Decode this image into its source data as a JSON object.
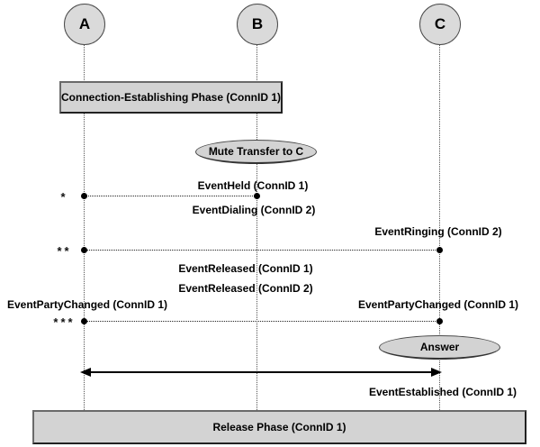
{
  "diagram": {
    "parties": [
      {
        "label": "A"
      },
      {
        "label": "B"
      },
      {
        "label": "C"
      }
    ],
    "phases": {
      "top": "Connection-Establishing Phase (ConnID 1)",
      "bottom": "Release Phase (ConnID 1)"
    },
    "actions": {
      "mute_transfer": "Mute Transfer to C",
      "answer": "Answer"
    },
    "events": {
      "event_held": "EventHeld (ConnID 1)",
      "event_dialing": "EventDialing (ConnID 2)",
      "event_ringing": "EventRinging (ConnID 2)",
      "event_released_1": "EventReleased (ConnID 1)",
      "event_released_2": "EventReleased (ConnID 2)",
      "event_party_changed_left": "EventPartyChanged (ConnID 1)",
      "event_party_changed_right": "EventPartyChanged (ConnID 1)",
      "event_established": "EventEstablished (ConnID 1)"
    },
    "markers": {
      "step1": "*",
      "step2": "**",
      "step3": "***"
    },
    "colors": {
      "shape_fill": "#d3d3d3",
      "line": "#000000"
    }
  }
}
